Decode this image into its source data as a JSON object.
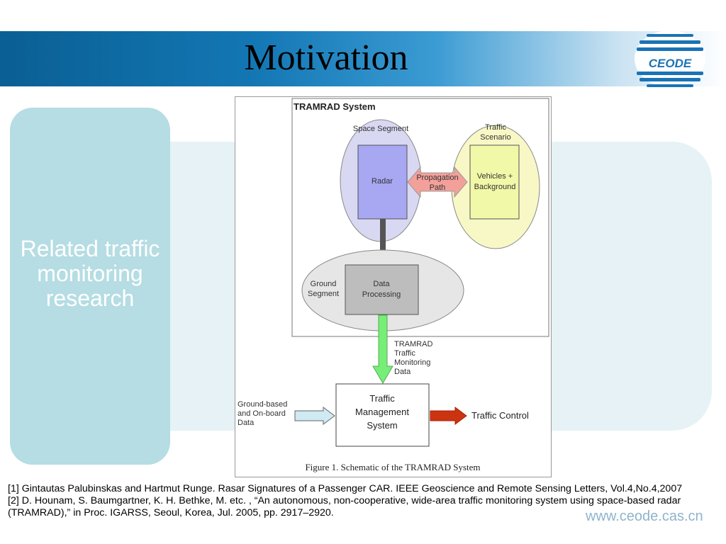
{
  "slide": {
    "title": "Motivation",
    "side_label": "Related traffic monitoring research"
  },
  "logo": {
    "text": "CEODE",
    "accent": "#1a73b6"
  },
  "watermark": "www.ceode.cas.cn",
  "diagram": {
    "system_title": "TRAMRAD System",
    "space_segment": "Space Segment",
    "radar": "Radar",
    "propagation_path": [
      "Propagation",
      "Path"
    ],
    "traffic_scenario": [
      "Traffic",
      "Scenario"
    ],
    "vehicles": [
      "Vehicles +",
      "Background"
    ],
    "ground_segment": [
      "Ground",
      "Segment"
    ],
    "data_processing": [
      "Data",
      "Processing"
    ],
    "tramrad_data": [
      "TRAMRAD",
      "Traffic",
      "Monitoring",
      "Data"
    ],
    "ground_based": [
      "Ground-based",
      "and On-board",
      "Data"
    ],
    "tms": [
      "Traffic",
      "Management",
      "System"
    ],
    "traffic_control": "Traffic Control",
    "caption": "Figure 1. Schematic of the TRAMRAD System"
  },
  "references": [
    "[1] Gintautas Palubinskas and Hartmut Runge. Rasar Signatures of a Passenger CAR. IEEE Geoscience and Remote Sensing Letters, Vol.4,No.4,2007",
    "[2] D. Hounam, S. Baumgartner, K. H. Bethke, M. etc. , “An autonomous, non-cooperative, wide-area traffic monitoring system using space-based radar (TRAMRAD),” in Proc. IGARSS, Seoul, Korea, Jul. 2005, pp. 2917–2920."
  ]
}
